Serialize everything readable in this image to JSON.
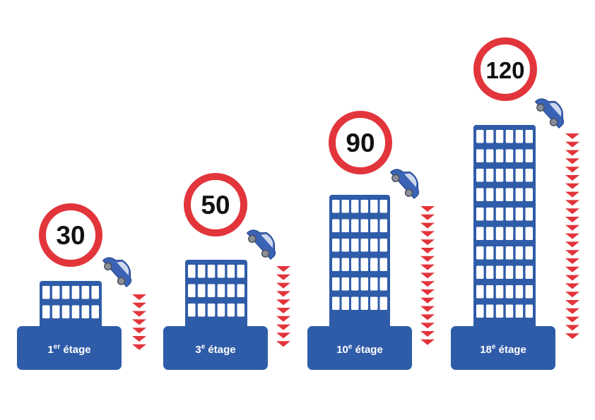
{
  "colors": {
    "building": "#2f5ca8",
    "window": "#ffffff",
    "sign_ring": "#e2353b",
    "sign_fill": "#ffffff",
    "sign_text": "#111111",
    "arrow": "#e2353b",
    "car_body": "#3a63b6",
    "car_glass": "#cfd9ee",
    "wheel": "#8a8f99",
    "label_text": "#ffffff"
  },
  "icons": {
    "speed_sign": "speed-limit-sign",
    "car": "falling-car-icon",
    "arrows": "falling-arrows-icon",
    "building": "building-icon"
  },
  "panels": [
    {
      "speed": "30",
      "floor_num": "1",
      "floor_sup": "er",
      "floor_word": "étage"
    },
    {
      "speed": "50",
      "floor_num": "3",
      "floor_sup": "e",
      "floor_word": "étage"
    },
    {
      "speed": "90",
      "floor_num": "10",
      "floor_sup": "e",
      "floor_word": "étage"
    },
    {
      "speed": "120",
      "floor_num": "18",
      "floor_sup": "e",
      "floor_word": "étage"
    }
  ]
}
